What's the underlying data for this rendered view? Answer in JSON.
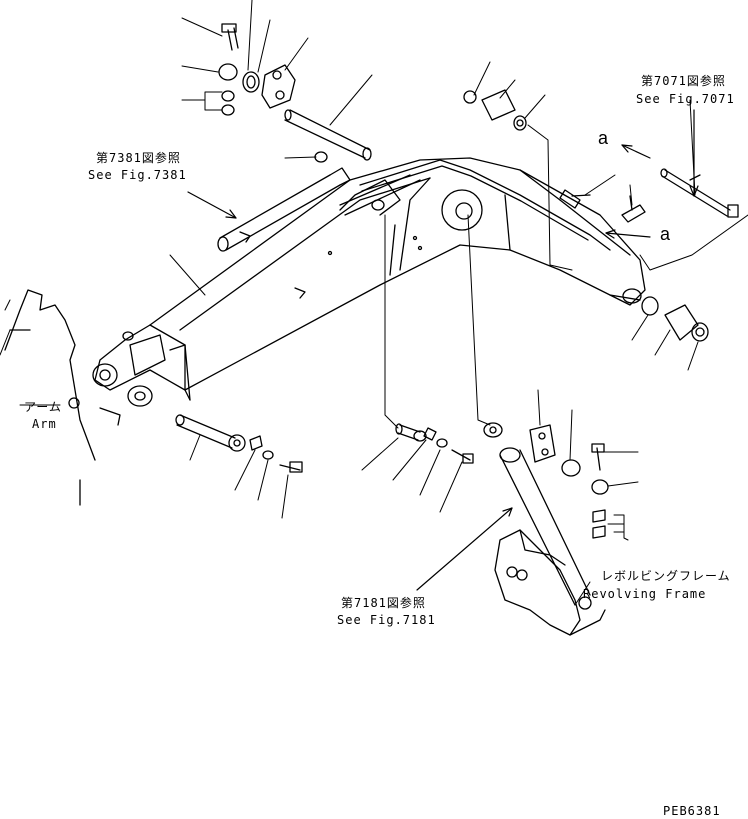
{
  "labels": {
    "fig7381_jp": "第7381図参照",
    "fig7381_en": "See Fig.7381",
    "fig7071_jp": "第7071図参照",
    "fig7071_en": "See Fig.7071",
    "fig7181_jp": "第7181図参照",
    "fig7181_en": "See Fig.7181",
    "arm_jp": "アーム",
    "arm_en": "Arm",
    "frame_jp": "レボルビングフレーム",
    "frame_en": "Revolving Frame",
    "mark_a": "a",
    "drawing_code": "PEB6381"
  },
  "colors": {
    "ink": "#000000",
    "paper": "#ffffff"
  },
  "icons": [
    "bolt-icon",
    "washer-icon",
    "nut-icon",
    "pin-icon",
    "bushing-icon",
    "grease-fitting-icon"
  ]
}
